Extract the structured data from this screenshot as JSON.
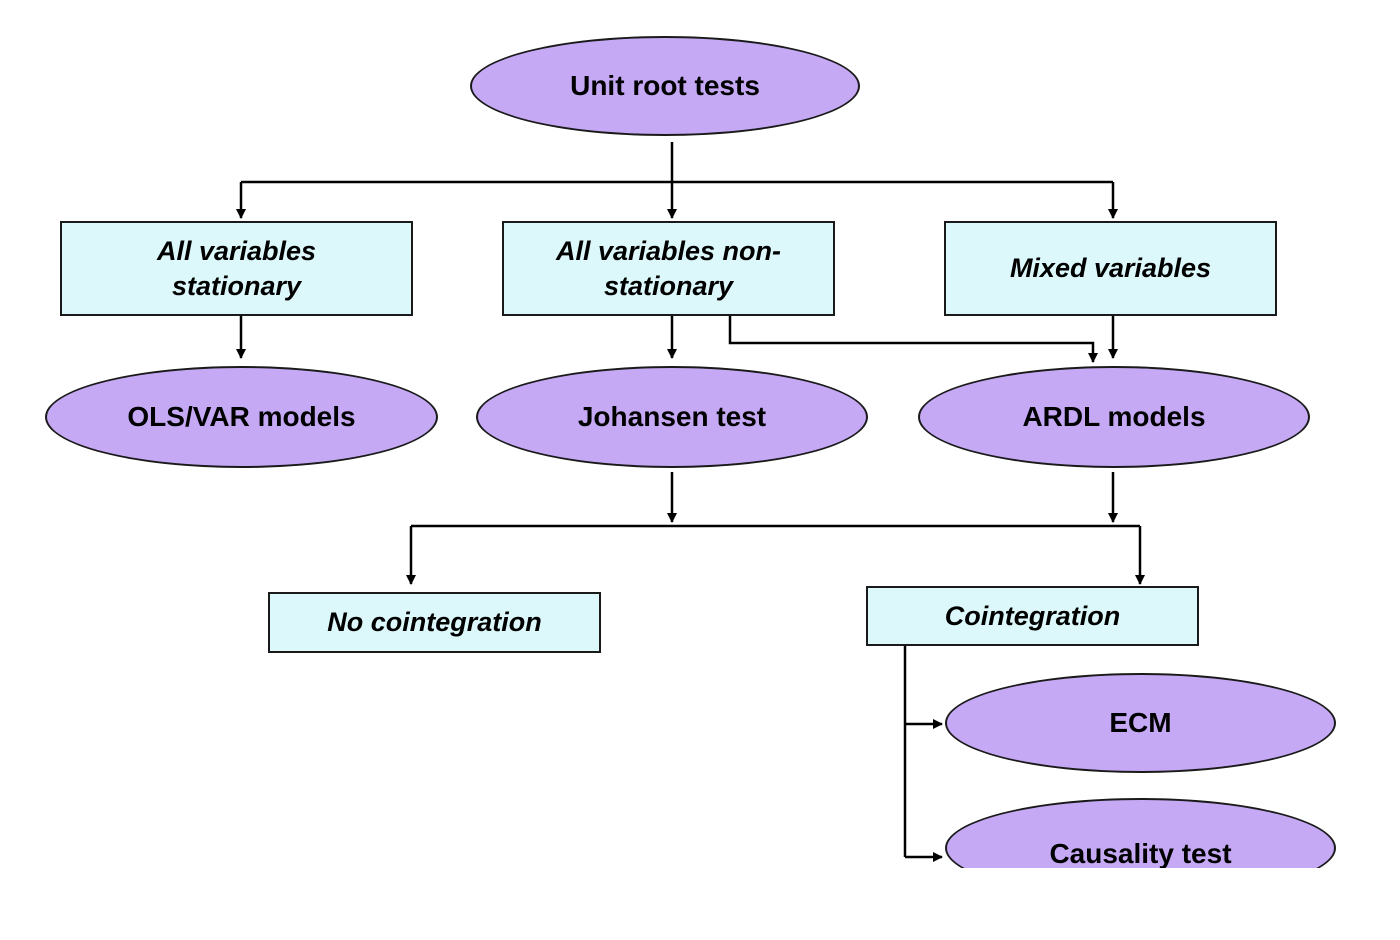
{
  "nodes": {
    "unit_root_tests": "Unit root tests",
    "all_stationary": "All variables stationary",
    "all_nonstationary": "All variables non-stationary",
    "mixed_variables": "Mixed variables",
    "ols_var_models": "OLS/VAR models",
    "johansen_test": "Johansen test",
    "ardl_models": "ARDL models",
    "no_cointegration": "No cointegration",
    "cointegration": "Cointegration",
    "ecm": "ECM",
    "causality_test": "Causality test"
  },
  "colors": {
    "ellipse_fill": "#c5a9f5",
    "box_fill": "#dcf8fb",
    "stroke": "#1a1a1a"
  }
}
